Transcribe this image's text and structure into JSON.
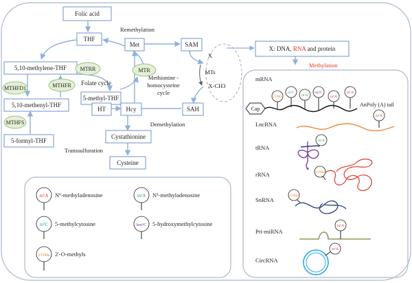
{
  "colors": {
    "box_border": "#6d93c9",
    "arrow": "#8fb0dc",
    "enzyme_fill": "#e4efd6",
    "enzyme_border": "#9fc180",
    "red": "#e0362c",
    "orange": "#ef8a3a",
    "green": "#2ea15a",
    "teal": "#26a7b5",
    "purple": "#7a3fa3",
    "navy": "#2b3f74",
    "olive": "#8f9a5c",
    "cyan": "#2aa9df"
  },
  "cycle": {
    "folic_acid": "Folic acid",
    "thf": "THF",
    "methylene_thf": "5,10-methylene-THF",
    "methenyl_thf": "5,10-methenyl-THF",
    "formyl_thf": "5-formyl-THF",
    "methyl_thf": "5-methyl-THF",
    "met": "Met",
    "sam": "SAM",
    "sah": "SAH",
    "hcy": "Hcy",
    "ht": "HT",
    "cystathionine": "Cystathionine",
    "cysteine": "Cysteine",
    "mtrr": "MTRR",
    "mtr": "MTR",
    "mthfr": "MTHFR",
    "mthfd1": "MTHFD1",
    "mthfs": "MTHFS",
    "folate_cycle": "Folate cycle",
    "remethylation": "Remethylation",
    "methionine_cycle": "Methionine - homocysteine cycle",
    "demethylation": "Demethylation",
    "transsulfuration": "Transsulfuration",
    "x": "X",
    "mts": "MTs",
    "x_ch3": "X-CH3"
  },
  "target": {
    "prefix": "X: DNA, ",
    "rna": "RNA",
    "suffix": " and protein",
    "methylation": "Methylation"
  },
  "rna_panel": {
    "mrna": "mRNA",
    "cap": "Cap",
    "poly_a": "AnPoly (A) tail",
    "lncrna": "LncRNA",
    "trna": "tRNA",
    "rrna": "rRNA",
    "snrna": "SnRNA",
    "pri_mirna": "Pri-miRNA",
    "circrna": "CircRNA",
    "mods": {
      "m6a": "m⁶A",
      "m1a": "m¹A",
      "m5c": "m⁵C",
      "hm5c": "hm⁵C",
      "ome": "2'OMe"
    }
  },
  "legend": {
    "m6a_name": "N⁶-methyladenosine",
    "m1a_name": "N¹-methyladenosine",
    "m5c_name": "5-methylcytosine",
    "hm5c_name": "5-hydroxymethylcytosine",
    "ome_name": "2'-O-methyls"
  }
}
